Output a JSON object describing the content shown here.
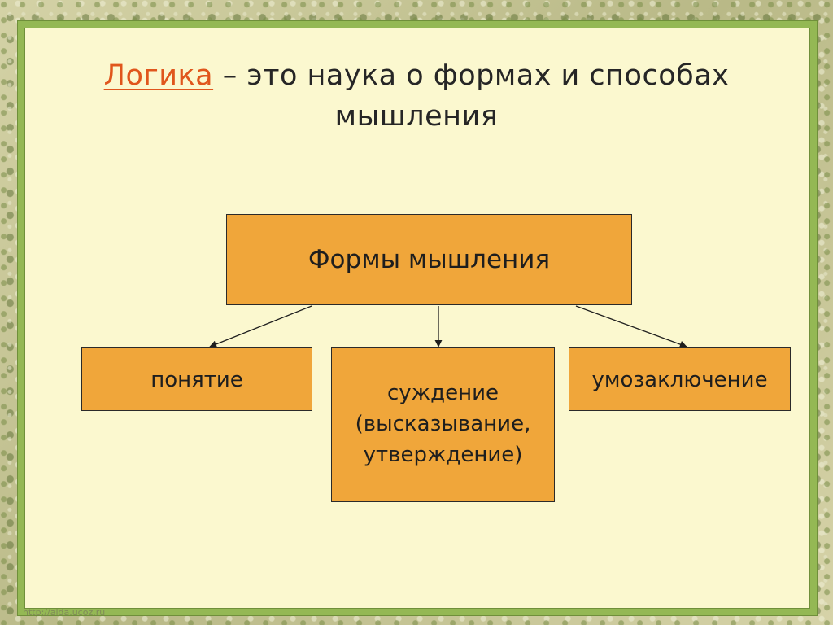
{
  "title": {
    "term": "Логика",
    "rest_line1": " – это наука о формах и способах",
    "line2": "мышления"
  },
  "diagram": {
    "root": "Формы мышления",
    "children": [
      {
        "lines": [
          "понятие"
        ]
      },
      {
        "lines": [
          "суждение",
          "(высказывание,",
          "утверждение)"
        ]
      },
      {
        "lines": [
          "умозаключение"
        ]
      }
    ]
  },
  "watermark": "http://aida.ucoz.ru",
  "colors": {
    "box_fill": "#f0a63a",
    "frame": "#94b854",
    "slide_bg": "#fbf8cf",
    "term": "#e0561c"
  }
}
